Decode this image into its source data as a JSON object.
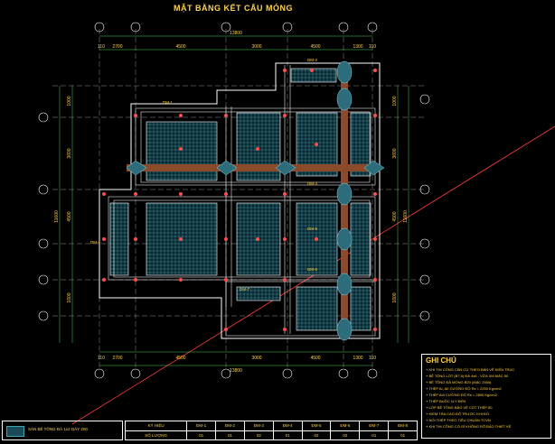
{
  "title": "MẶT BẰNG KẾT CẤU MÓNG",
  "dims": {
    "top_total": "13800",
    "top_segments": [
      "110",
      "2700",
      "4500",
      "3000",
      "4500",
      "1300",
      "110"
    ],
    "bottom_total": "13800",
    "bottom_segments": [
      "110",
      "2700",
      "4500",
      "3000",
      "4500",
      "1300",
      "110"
    ],
    "left_segments": [
      "1000",
      "3600",
      "4500",
      "1600"
    ],
    "left_total": "11600",
    "right_segments": [
      "1000",
      "3600",
      "4500",
      "1600"
    ],
    "right_total": "11600"
  },
  "beam_labels": [
    "DM-1",
    "DM-2",
    "DM-3",
    "DM-4",
    "DM-5",
    "DM-6",
    "DM-7"
  ],
  "notes": {
    "title": "GHI CHÚ",
    "lines": [
      "KHI THI CÔNG CĂN CỨ THEO BẢN VẼ KIẾN TRÚC",
      "BÊ TÔNG LÓT (B7,5) ĐÁ 4x6 - VỮA XM MÁC 50",
      "BÊ TÔNG ĐÀ MÓNG B20 (MÁC 250#)",
      "THÉP AI, AII CƯỜNG ĐỘ Rs = 2250 Kg/cm2",
      "THÉP AIII CƯỜNG ĐỘ Rs = 2800 Kg/cm2",
      "THÉP BUỘC 1LY ĐEN",
      "LỚP BÊ TÔNG BẢO VỆ CỐT THÉP 50",
      "KIỂM TRA CAO ĐỘ TRƯỚC KHI ĐỔ",
      "NỐI THÉP THEO TIÊU CHUẨN TCVN",
      "KHI THI CÔNG CÓ GÌ KHÔNG RÕ BÁO THIẾT KẾ"
    ]
  },
  "legend": {
    "label": "SÀN BÊ TÔNG ĐÁ 1x2 DÀY 200"
  },
  "schedule": {
    "header": [
      "KÝ HIỆU",
      "ĐM-1",
      "ĐM-2",
      "ĐM-3",
      "ĐM-4",
      "ĐM-5",
      "ĐM-6",
      "ĐM-7",
      "ĐM-8"
    ],
    "row": [
      "SỐ LƯỢNG",
      "01",
      "01",
      "02",
      "01",
      "02",
      "02",
      "01",
      "01"
    ]
  }
}
